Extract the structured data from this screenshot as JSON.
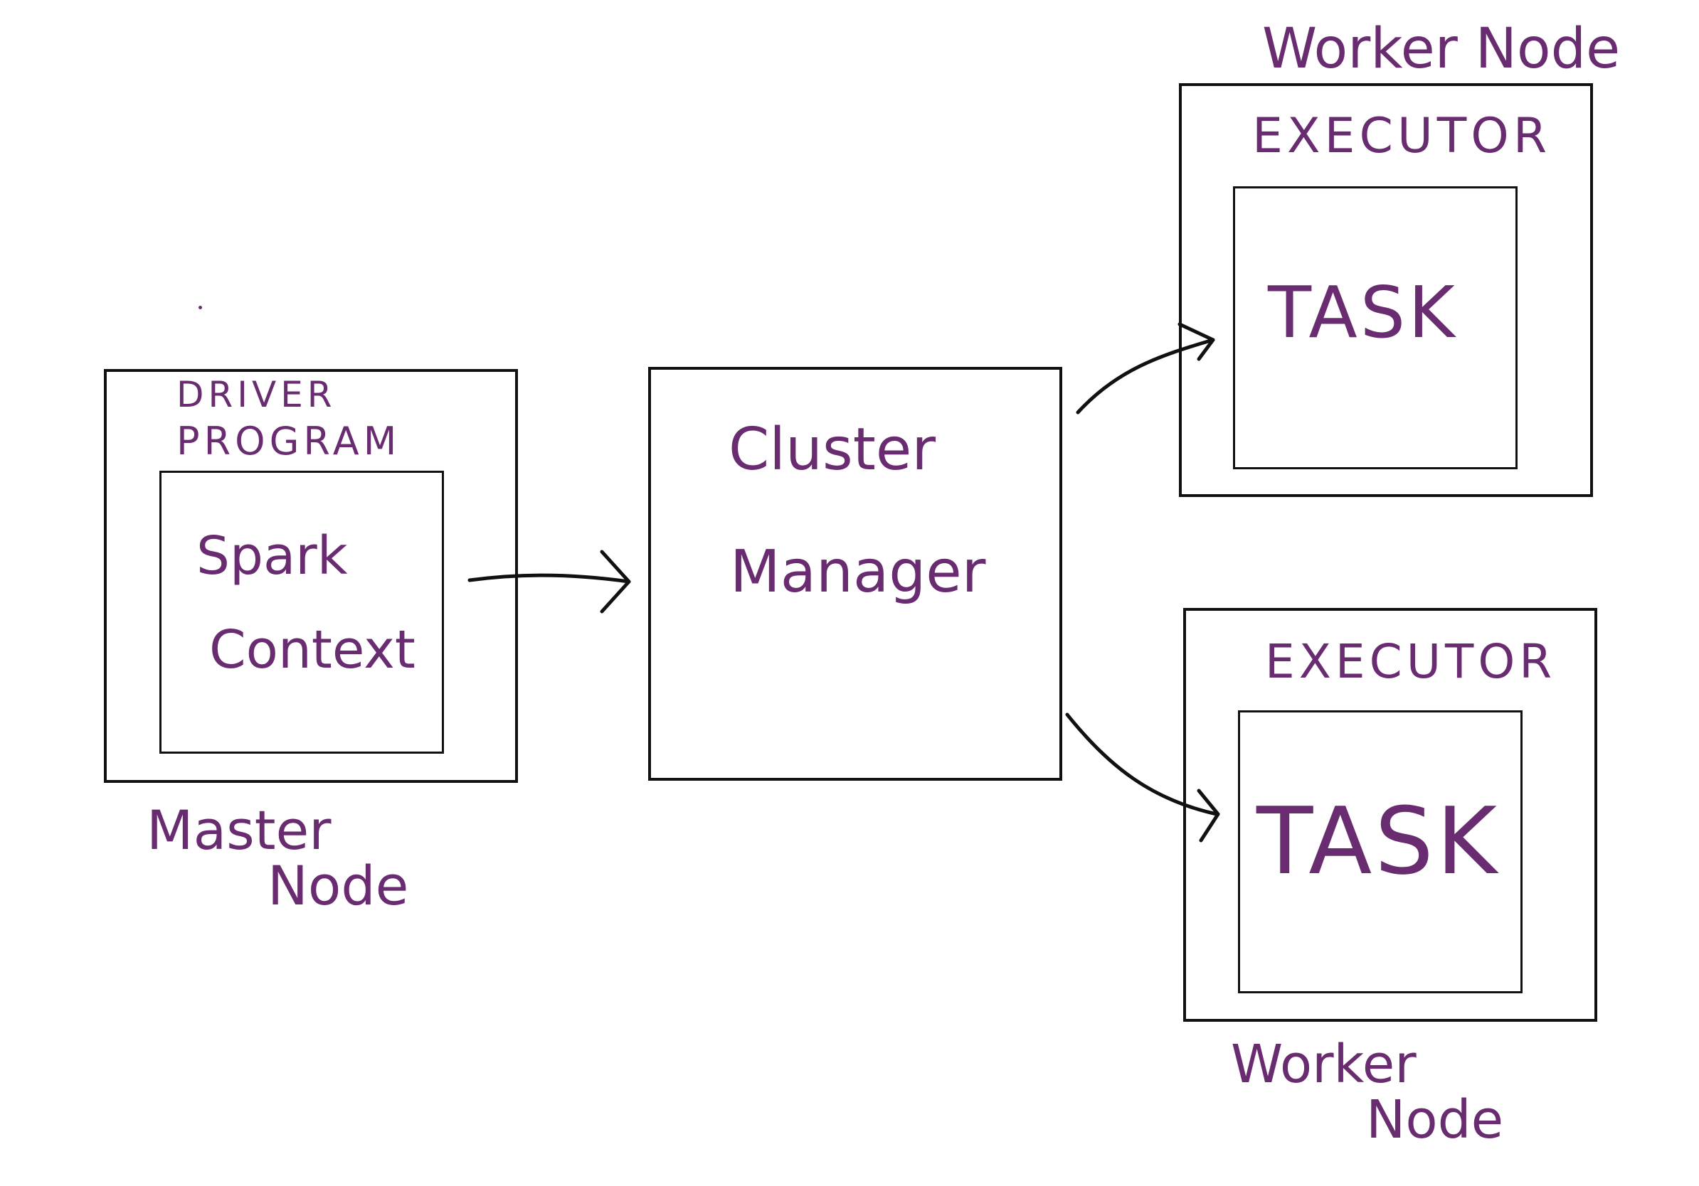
{
  "colors": {
    "ink": "#111111",
    "label": "#6a2c70",
    "background": "#ffffff"
  },
  "master": {
    "driver_line1": "DRIVER",
    "driver_line2": "PROGRAM",
    "context_line1": "Spark",
    "context_line2": "Context",
    "node_line1": "Master",
    "node_line2": "Node"
  },
  "cluster": {
    "line1": "Cluster",
    "line2": "Manager"
  },
  "worker_top": {
    "node_label": "Worker Node",
    "executor": "EXECUTOR",
    "task": "TASK"
  },
  "worker_bottom": {
    "executor": "EXECUTOR",
    "task": "TASK",
    "node_line1": "Worker",
    "node_line2": "Node"
  },
  "edges": [
    {
      "from": "spark-context",
      "to": "cluster-manager"
    },
    {
      "from": "cluster-manager",
      "to": "worker-top-task"
    },
    {
      "from": "cluster-manager",
      "to": "worker-bottom-task"
    }
  ]
}
